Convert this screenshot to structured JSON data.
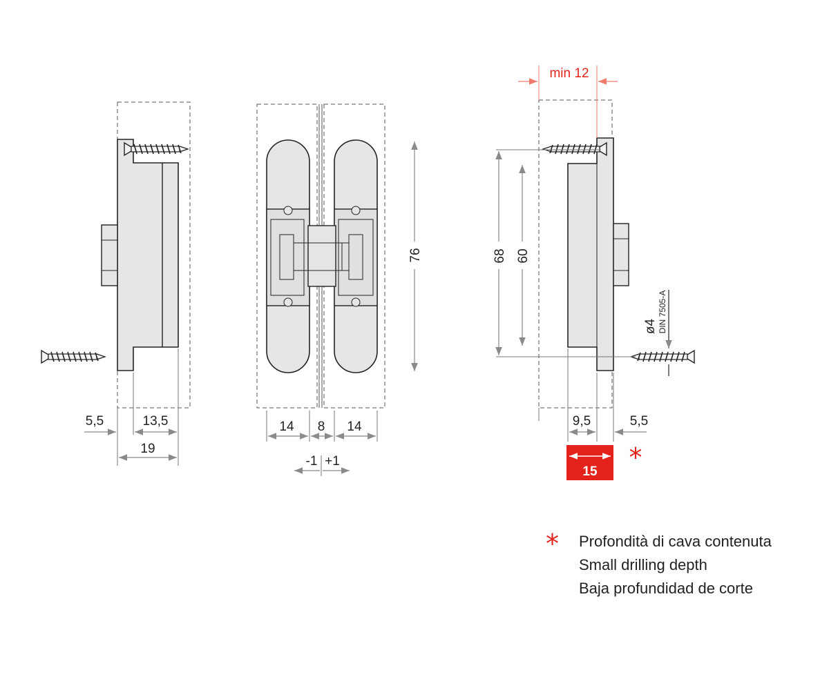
{
  "dimensions": {
    "left_view": {
      "a": "5,5",
      "b": "13,5",
      "total": "19"
    },
    "front_view": {
      "height": "76",
      "leaf_left": "14",
      "gap": "8",
      "leaf_right": "14",
      "adjust_minus": "-1",
      "adjust_plus": "+1"
    },
    "right_view": {
      "min_thickness": "min 12",
      "h1": "68",
      "h2": "60",
      "depth": "9,5",
      "offset": "5,5",
      "cut_depth": "15",
      "screw_diameter": "ø4",
      "screw_standard": "DIN 7505-A"
    }
  },
  "legend": {
    "marker": "*",
    "lines": [
      "Profondità di cava contenuta",
      "Small drilling depth",
      "Baja profundidad de corte"
    ]
  },
  "colors": {
    "accent": "#e3231b",
    "body_fill": "#e6e6e6",
    "line": "#222222",
    "dim_line": "#888888"
  }
}
